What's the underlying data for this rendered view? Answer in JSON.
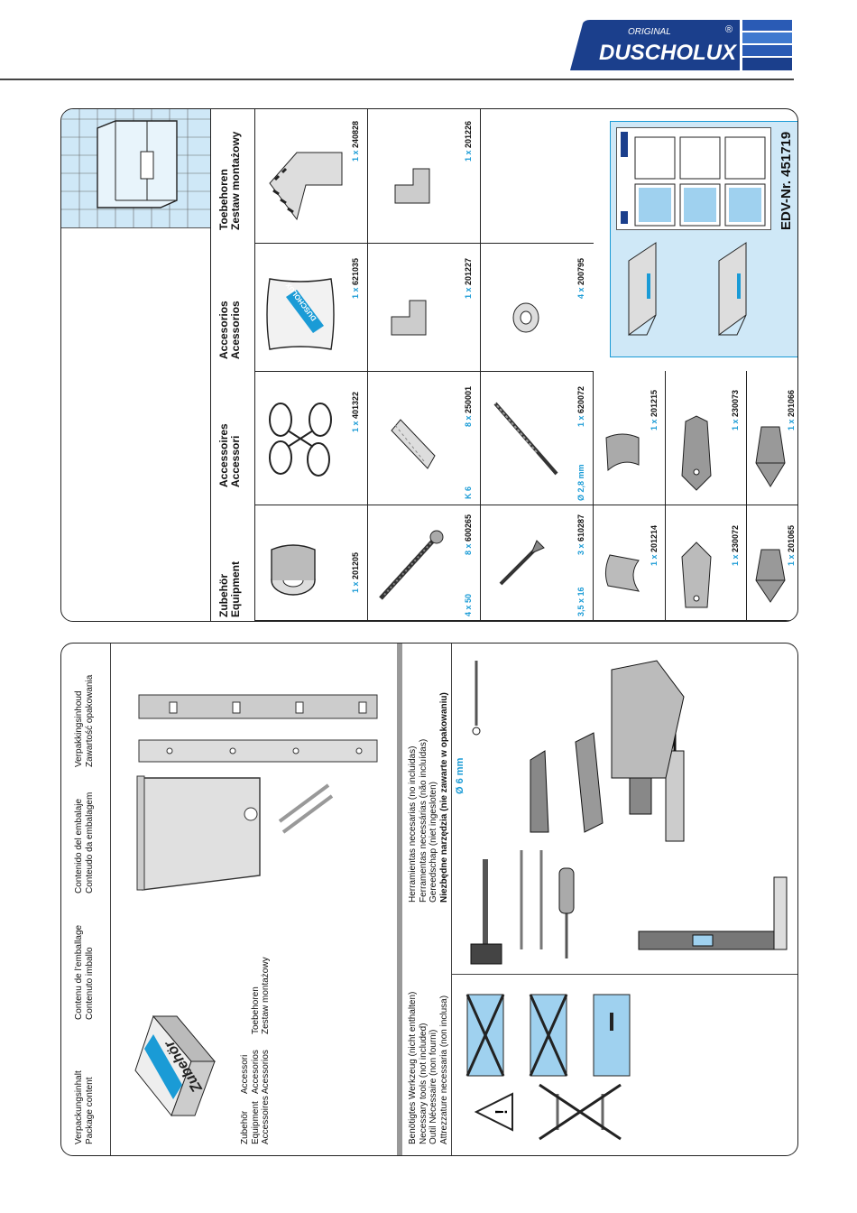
{
  "brand": {
    "original": "ORIGINAL",
    "name": "DUSCHOLUX",
    "reg": "®"
  },
  "accessories_header": [
    {
      "line1": "Zubehör",
      "line2": "Equipment"
    },
    {
      "line1": "Accessoires",
      "line2": "Accessori"
    },
    {
      "line1": "Accesorios",
      "line2": "Acessorios"
    },
    {
      "line1": "Toebehoren",
      "line2": "Zestaw montażowy"
    }
  ],
  "parts_col1": [
    {
      "icon": "tape-roll-icon",
      "qty": "1 x",
      "code": "201205",
      "size": ""
    },
    {
      "icon": "screw-icon",
      "qty": "8 x",
      "code": "600265",
      "size": "4 x 50"
    },
    {
      "icon": "countersunk-screw-icon",
      "qty": "3 x",
      "code": "610287",
      "size": "3,5 x 16"
    },
    {
      "icon": "end-cap-icon",
      "qty": "1 x",
      "code": "201214",
      "size": ""
    },
    {
      "icon": "bracket-icon",
      "qty": "1 x",
      "code": "230072",
      "size": ""
    },
    {
      "icon": "clip-icon",
      "qty": "1 x",
      "code": "201065",
      "size": ""
    }
  ],
  "parts_col2": [
    {
      "icon": "rings-icon",
      "qty": "1 x",
      "code": "401322",
      "size": ""
    },
    {
      "icon": "wall-plug-icon",
      "qty": "8 x",
      "code": "250001",
      "size": "K 6"
    },
    {
      "icon": "drill-bit-icon",
      "qty": "1 x",
      "code": "620072",
      "size": "Ø 2,8 mm"
    },
    {
      "icon": "end-cap-icon",
      "qty": "1 x",
      "code": "201215",
      "size": ""
    },
    {
      "icon": "bracket-icon",
      "qty": "1 x",
      "code": "230073",
      "size": ""
    },
    {
      "icon": "clip-icon",
      "qty": "1 x",
      "code": "201066",
      "size": ""
    }
  ],
  "parts_col3": [
    {
      "icon": "cleaning-cloth-icon",
      "qty": "1 x",
      "code": "621035",
      "size": ""
    },
    {
      "icon": "corner-piece-icon",
      "qty": "1 x",
      "code": "201227",
      "size": ""
    },
    {
      "icon": "washer-icon",
      "qty": "4 x",
      "code": "200795",
      "size": ""
    }
  ],
  "parts_col4": [
    {
      "icon": "comb-holder-icon",
      "qty": "1 x",
      "code": "240828",
      "size": ""
    },
    {
      "icon": "corner-piece-icon",
      "qty": "1 x",
      "code": "201226",
      "size": ""
    }
  ],
  "edv": "EDV-Nr. 451719",
  "package_header": [
    {
      "line1": "Verpackungsinhalt",
      "line2": "Package content"
    },
    {
      "line1": "Contenu de l’emballage",
      "line2": "Contenuto imballo"
    },
    {
      "line1": "Contenido del embalaje",
      "line2": "Conteudo da embalagem"
    },
    {
      "line1": "Verpakkingsinhoud",
      "line2": "Zawartość opakowania"
    }
  ],
  "box_label": "Zubehör",
  "box_words": [
    [
      "Zubehör",
      "Accessori",
      ""
    ],
    [
      "Equipment",
      "Accesorios",
      "Toebehoren"
    ],
    [
      "Accessoires",
      "Acessorios",
      "Zestaw montażowy"
    ]
  ],
  "tools_left": [
    "Benötigtes Werkzeug (nicht enthalten)",
    "Necessary tools (not included)",
    "Outil Nécessaire (non fourni)",
    "Attrezzature necessaria (non inclusa)"
  ],
  "tools_right": [
    "Herramientas necesarias (no incluidas)",
    "Ferramentas necessárias (não incluídas)",
    "Gereedschap (niet ingesloten)",
    "Niezbędne narzędzia (nie zawarte w opakowaniu)"
  ],
  "drill_size": "Ø 6 mm",
  "colors": {
    "accent": "#1a9bd6",
    "logo_bg": "#1b3f8c",
    "light_blue_bg": "#cfe8f7"
  }
}
